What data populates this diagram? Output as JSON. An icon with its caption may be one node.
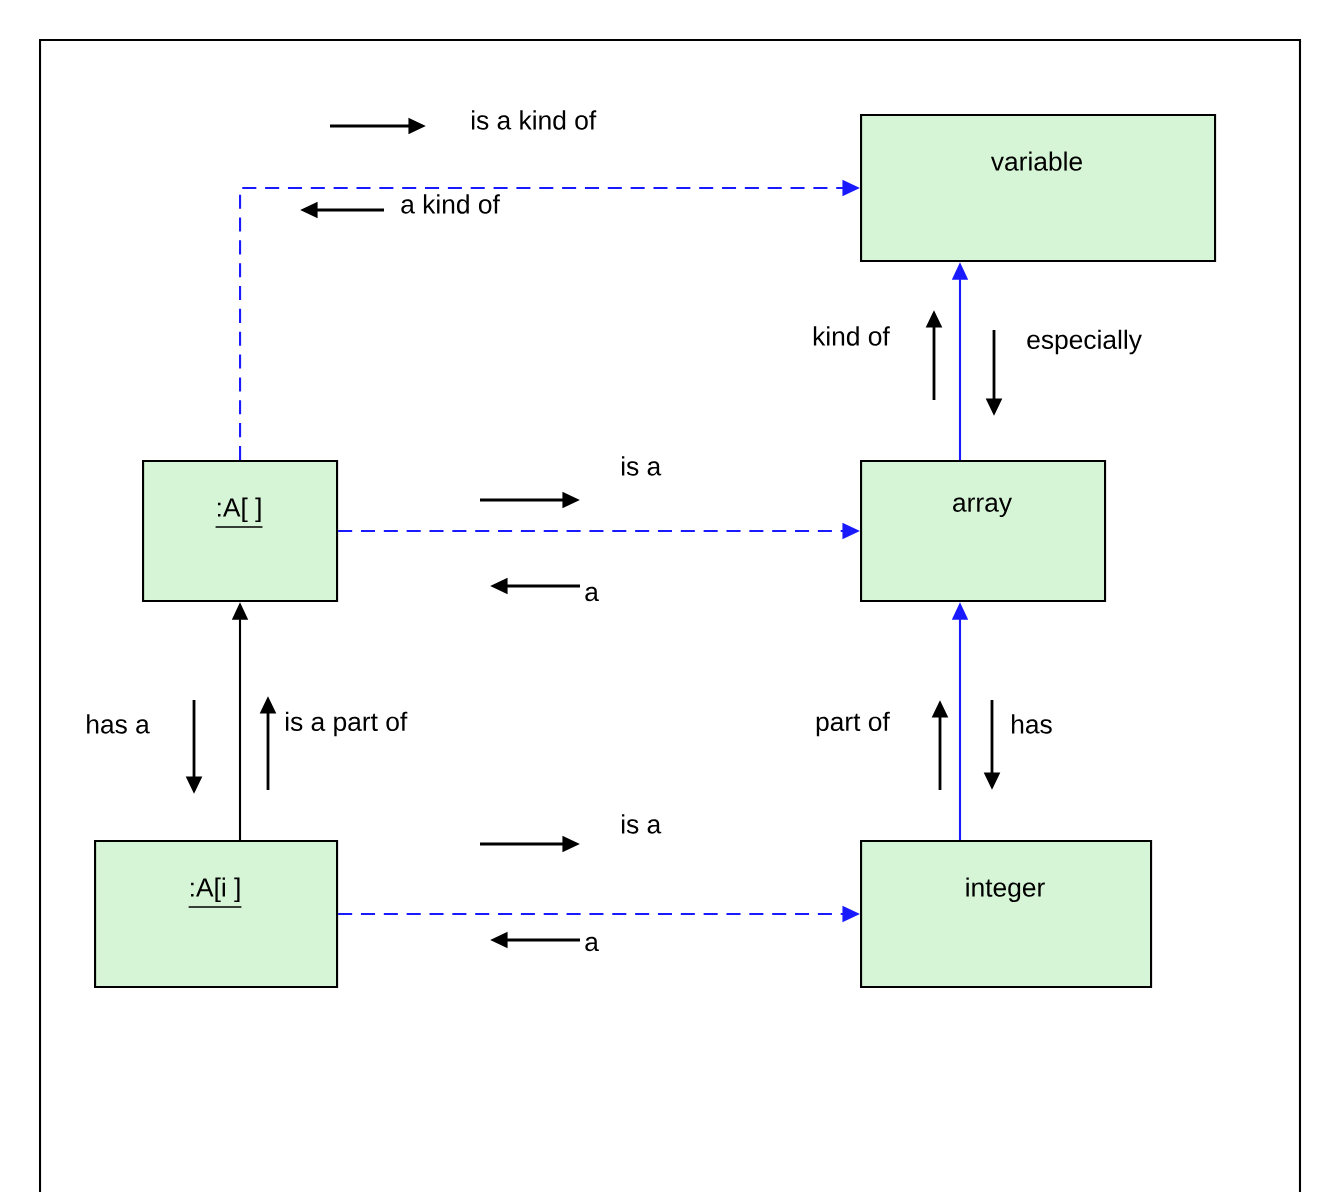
{
  "diagram": {
    "nodes": [
      {
        "text": [
          "variable"
        ]
      },
      {
        "text": [
          ":A[ ]"
        ]
      },
      {
        "text": [
          "array"
        ]
      },
      {
        "text": [
          ":A[i ]"
        ]
      },
      {
        "text": [
          "integer"
        ]
      }
    ],
    "edges": [
      {
        "from": 1,
        "to": 0,
        "arrow": "to",
        "style": "dashed"
      },
      {
        "from": 1,
        "to": 2,
        "arrow": "to",
        "style": "dashed"
      },
      {
        "from": 3,
        "to": 4,
        "arrow": "to",
        "style": "dashed"
      },
      {
        "from": 2,
        "to": 0,
        "arrow": "to"
      },
      {
        "from": 4,
        "to": 2,
        "arrow": "to"
      },
      {
        "from": 3,
        "to": 1,
        "arrow": "to",
        "color": "#000000"
      }
    ],
    "labels": [
      "is a kind of",
      "a kind of",
      "kind of",
      "especially",
      "is a",
      "a",
      "has a",
      "is a part of",
      "part of",
      "has",
      "is a",
      "a"
    ]
  }
}
